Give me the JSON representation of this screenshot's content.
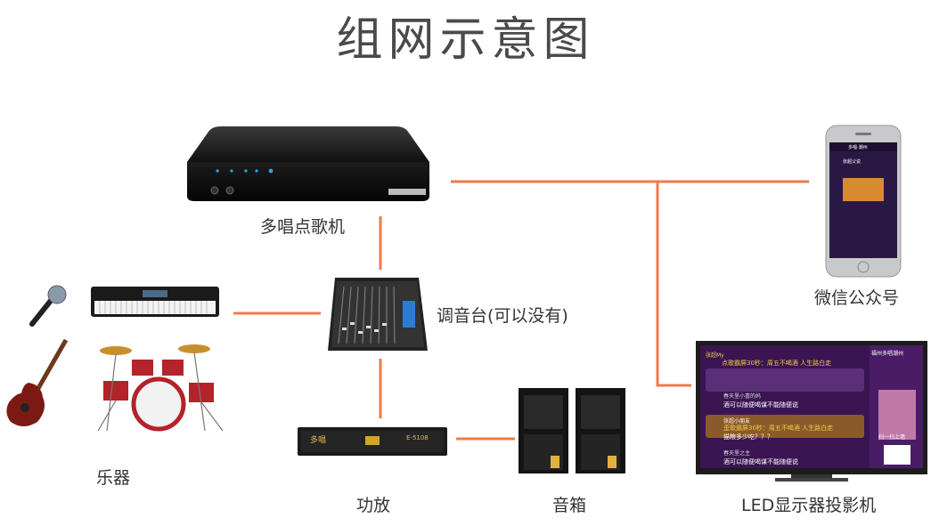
{
  "title": "组网示意图",
  "labels": {
    "ktv_box": "多唱点歌机",
    "mixer": "调音台(可以没有)",
    "instruments": "乐器",
    "amplifier": "功放",
    "speakers": "音箱",
    "phone": "微信公众号",
    "display": "LED显示器投影机"
  },
  "devices": {
    "amplifier_brand": "多唱",
    "amplifier_model": "E-5108",
    "phone_header": "多唱·潮州",
    "phone_user": "张超父说",
    "screen_header": "福州多唱潮州",
    "screen_messages": [
      {
        "name": "张超My",
        "text": "点歌霸屏30秒：周五不喝酒 人生路白走"
      },
      {
        "name": "春天里小喜的妈",
        "text": "酒可以随便喝谋不能随便说"
      },
      {
        "name": "张超小朋友",
        "text": "歪歌霸屏30秒：周五不喝酒 人生路白走"
      },
      {
        "name": "",
        "text": "猫粮多少吃？？？"
      },
      {
        "name": "春天里之主",
        "text": "酒可以随便喝谋不能随便说"
      }
    ],
    "screen_badge": "扫一扫上墙"
  },
  "colors": {
    "wire": "#f07a4c",
    "title": "#4a4a4a",
    "screen_bg": "#3a1552",
    "accent_orange": "#f5a623"
  }
}
